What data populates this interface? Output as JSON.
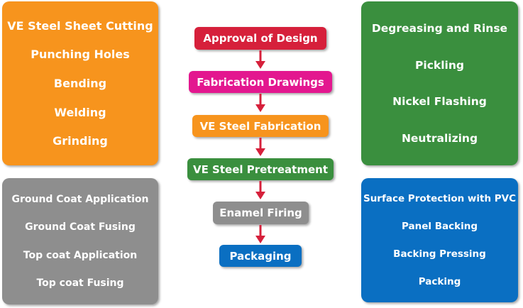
{
  "left_top_panel": {
    "color": "#f7941d",
    "items": [
      "VE Steel Sheet Cutting",
      "Punching Holes",
      "Bending",
      "Welding",
      "Grinding"
    ]
  },
  "left_bottom_panel": {
    "color": "#8e8e8e",
    "items": [
      "Ground Coat Application",
      "Ground Coat Fusing",
      "Top coat Application",
      "Top coat Fusing"
    ]
  },
  "right_top_panel": {
    "color": "#3a8f3e",
    "items": [
      "Degreasing and Rinse",
      "Pickling",
      "Nickel Flashing",
      "Neutralizing"
    ]
  },
  "right_bottom_panel": {
    "color": "#0a6fc2",
    "items": [
      "Surface Protection with PVC",
      "Panel Backing",
      "Backing Pressing",
      "Packing"
    ]
  },
  "flow": {
    "arrow_color": "#d6203b",
    "steps": [
      {
        "label": "Approval of Design",
        "color": "#d6203b"
      },
      {
        "label": "Fabrication Drawings",
        "color": "#e3178f"
      },
      {
        "label": "VE Steel Fabrication",
        "color": "#f7941d"
      },
      {
        "label": "VE Steel Pretreatment",
        "color": "#3a8f3e"
      },
      {
        "label": "Enamel Firing",
        "color": "#8e8e8e"
      },
      {
        "label": "Packaging",
        "color": "#0a6fc2"
      }
    ]
  }
}
